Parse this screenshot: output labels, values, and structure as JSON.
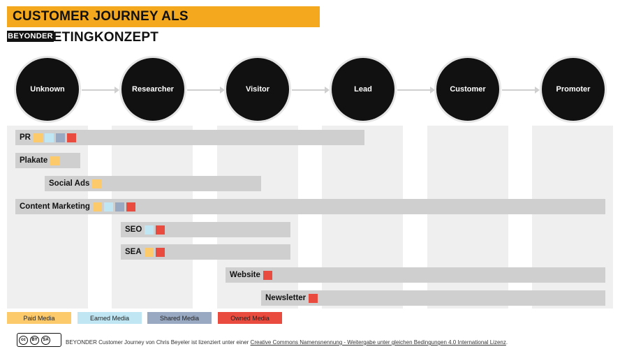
{
  "title": "CUSTOMER JOURNEY ALS MARKETINGKONZEPT",
  "logo": "BEYONDER",
  "stages": [
    "Unknown",
    "Researcher",
    "Visitor",
    "Lead",
    "Customer",
    "Promoter"
  ],
  "bars": [
    {
      "label": "PR",
      "media": [
        "paid",
        "earned",
        "shared",
        "owned"
      ]
    },
    {
      "label": "Plakate",
      "media": [
        "paid"
      ]
    },
    {
      "label": "Social Ads",
      "media": [
        "paid"
      ]
    },
    {
      "label": "Content Marketing",
      "media": [
        "paid",
        "earned",
        "shared",
        "owned"
      ]
    },
    {
      "label": "SEO",
      "media": [
        "earned",
        "owned"
      ]
    },
    {
      "label": "SEA",
      "media": [
        "paid",
        "owned"
      ]
    },
    {
      "label": "Website",
      "media": [
        "owned"
      ]
    },
    {
      "label": "Newsletter",
      "media": [
        "owned"
      ]
    }
  ],
  "legend": {
    "paid": "Paid Media",
    "earned": "Earned Media",
    "shared": "Shared Media",
    "owned": "Owned Media"
  },
  "colors": {
    "paid": "#fcca6b",
    "earned": "#bfe6f2",
    "shared": "#9aa9c2",
    "owned": "#ea4b3f",
    "title_bg": "#f4a81d"
  },
  "footer": {
    "text": "BEYONDER Customer Journey von Chris Beyeler ist lizenziert  unter einer ",
    "link": "Creative Commons Namensnennung - Weitergabe unter gleichen Bedingungen  4.0 International Lizenz",
    "end": "."
  },
  "cc_badge": {
    "cc": "cc",
    "by": "BY",
    "sa": "SA"
  }
}
